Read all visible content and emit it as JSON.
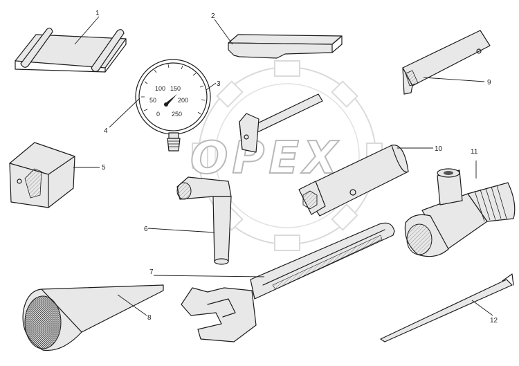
{
  "callouts": {
    "c1": "1",
    "c2": "2",
    "c3": "3",
    "c4": "4",
    "c5": "5",
    "c6": "6",
    "c7": "7",
    "c8": "8",
    "c9": "9",
    "c10": "10",
    "c11": "11",
    "c12": "12"
  },
  "gauge": {
    "t0": "0",
    "t50": "50",
    "t100": "100",
    "t150": "150",
    "t200": "200",
    "t250": "250"
  },
  "watermark": {
    "text": "OPEX"
  },
  "colors": {
    "ink": "#1c1c1c",
    "watermark": "#b9b9b9",
    "background": "#ffffff"
  }
}
